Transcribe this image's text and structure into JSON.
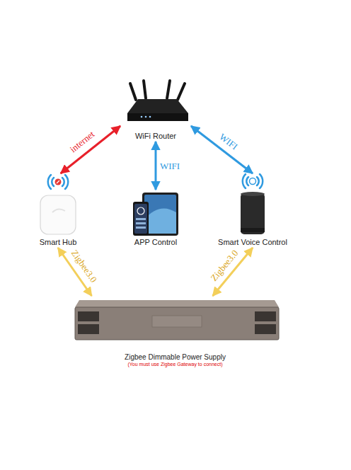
{
  "diagram": {
    "nodes": [
      {
        "text": [
          "WiFi Router"
        ]
      },
      {
        "text": [
          "Smart Hub"
        ]
      },
      {
        "text": [
          "APP Control"
        ]
      },
      {
        "text": [
          "Smart Voice Control"
        ]
      },
      {
        "text": [
          "Zigbee Dimmable Power Supply",
          "(You must use Zigbee Gateway to connect)"
        ]
      }
    ],
    "edges": [
      {
        "from": 0,
        "to": 1,
        "label": "internet",
        "arrow": "both"
      },
      {
        "from": 0,
        "to": 2,
        "label": "WIFI",
        "arrow": "both"
      },
      {
        "from": 0,
        "to": 3,
        "label": "WIFI",
        "arrow": "both"
      },
      {
        "from": 1,
        "to": 4,
        "label": "Zigbee3.0",
        "arrow": "both"
      },
      {
        "from": 3,
        "to": 4,
        "label": "Zigbee3.0",
        "arrow": "both"
      }
    ]
  }
}
